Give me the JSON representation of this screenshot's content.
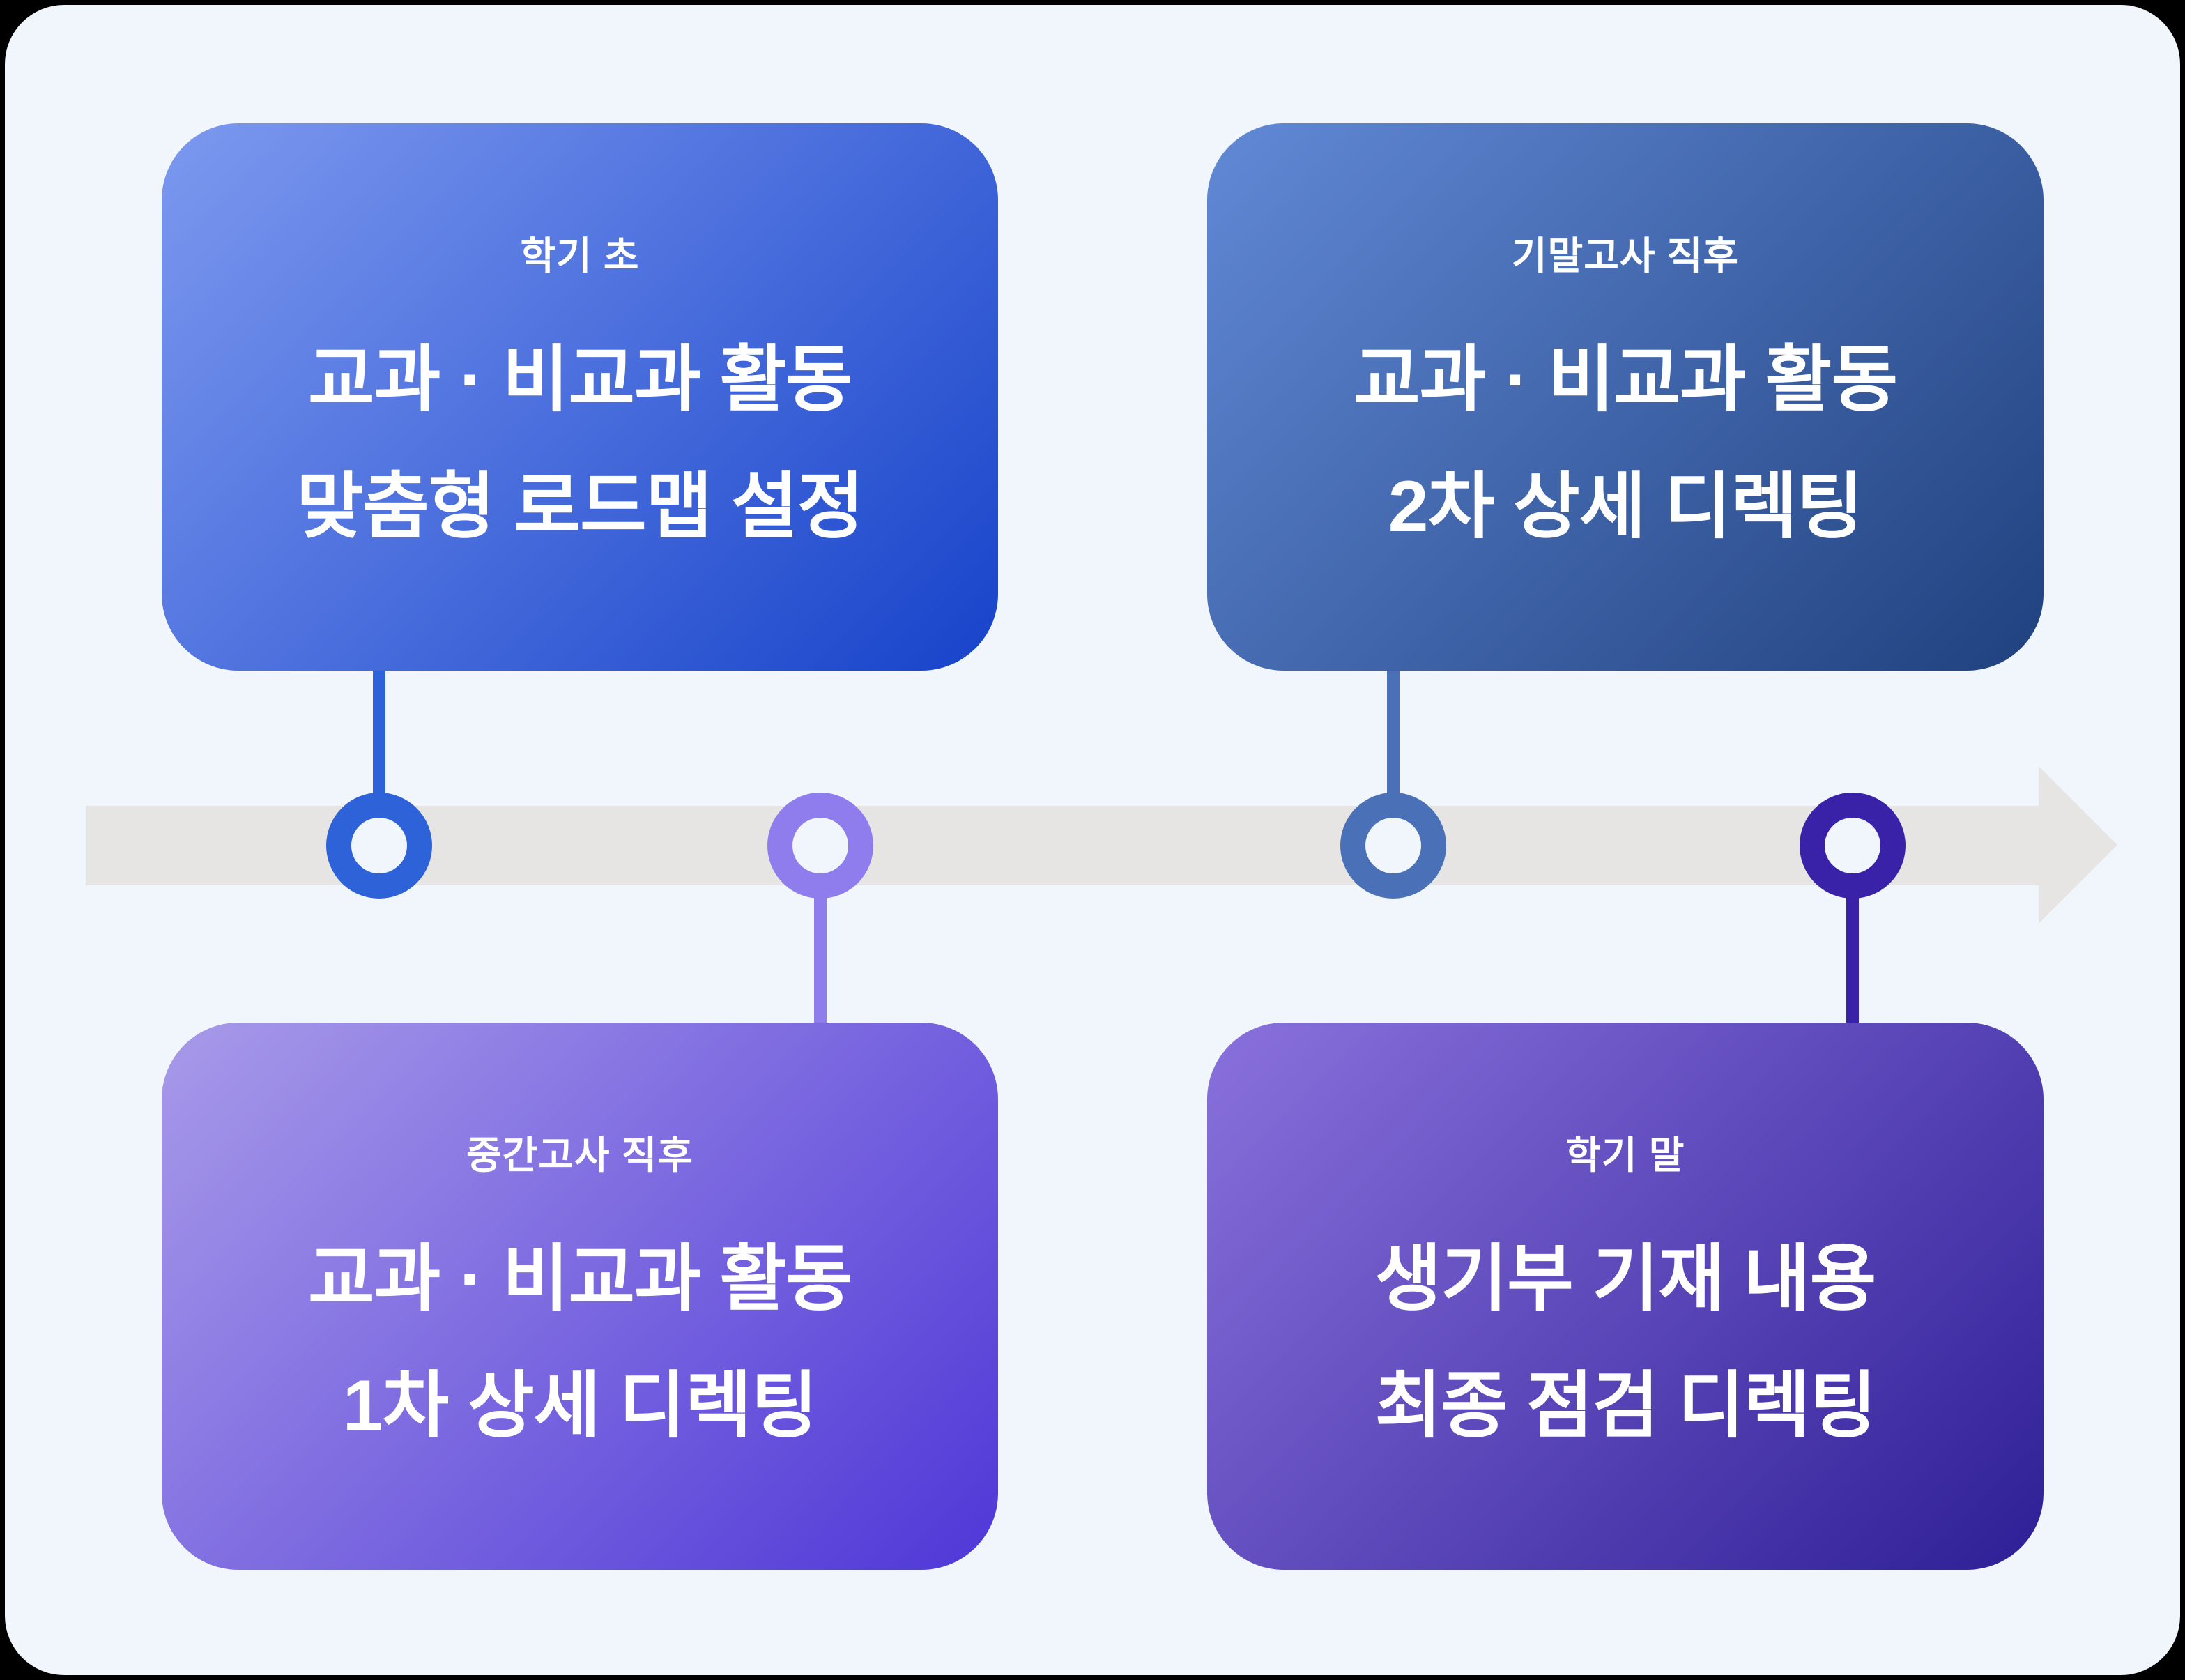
{
  "page": {
    "type": "timeline-infographic",
    "language": "ko"
  },
  "colors": {
    "frame_bg": "#000000",
    "panel_bg": "#f0f6fc",
    "timeline_bar": "#e6e5e4",
    "text": "#ffffff",
    "card_semester_start_gradient": [
      "#7d99ef",
      "#1743ca"
    ],
    "card_final_exam_gradient": [
      "#6189d6",
      "#20417e"
    ],
    "card_midterm_gradient": [
      "#a89ae9",
      "#4e37d7"
    ],
    "card_semester_end_gradient": [
      "#8a71dd",
      "#2e1f96"
    ],
    "node_semester_start": "#2e62d9",
    "node_midterm": "#8f7ded",
    "node_final_exam": "#4a71b8",
    "node_semester_end": "#3a22a8"
  },
  "cards": [
    {
      "id": "semester-start",
      "label": "학기 초",
      "lines": [
        "교과 · 비교과 활동",
        "맞춤형 로드맵 설정"
      ]
    },
    {
      "id": "final-exam-after",
      "label": "기말고사 직후",
      "lines": [
        "교과 · 비교과 활동",
        "2차 상세 디렉팅"
      ]
    },
    {
      "id": "midterm-after",
      "label": "중간고사 직후",
      "lines": [
        "교과 · 비교과 활동",
        "1차 상세 디렉팅"
      ]
    },
    {
      "id": "semester-end",
      "label": "학기 말",
      "lines": [
        "생기부 기재 내용",
        "최종 점검 디렉팅"
      ]
    }
  ],
  "timeline": {
    "direction": "left-to-right",
    "node_count": 4
  }
}
